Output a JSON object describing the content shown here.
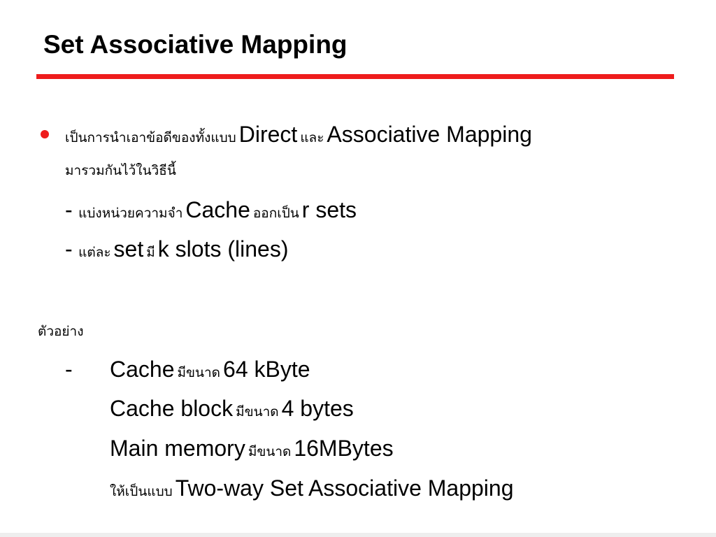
{
  "slide": {
    "title": "Set Associative Mapping",
    "accent_color": "#ee1c1c"
  },
  "bullet": {
    "icon": "red-bullet-dot",
    "l1_th1": "เป็นการนำเอาข้อดีของทั้งแบบ",
    "l1_en1": "Direct",
    "l1_th2": "และ",
    "l1_en2": "Associative Mapping",
    "l2_th": "มารวมกันไว้ในวิธีนี้",
    "s1_dash": "-",
    "s1_th1": "แบ่งหน่วยความจำ",
    "s1_en1": "Cache",
    "s1_th2": "ออกเป็น",
    "s1_en2": "r sets",
    "s2_dash": "-",
    "s2_th1": "แต่ละ",
    "s2_en1": "set",
    "s2_th2": "มี",
    "s2_en2": "k slots (lines)"
  },
  "example": {
    "heading": "ตัวอย่าง",
    "dash": "-",
    "e1_en1": "Cache",
    "e1_th": "มีขนาด",
    "e1_en2": "64 kByte",
    "e2_en1": "Cache block",
    "e2_th": "มีขนาด",
    "e2_en2": "4 bytes",
    "e3_en1": "Main memory",
    "e3_th": "มีขนาด",
    "e3_en2": "16MBytes",
    "e4_th": "ให้เป็นแบบ",
    "e4_en": "Two-way Set Associative Mapping"
  }
}
